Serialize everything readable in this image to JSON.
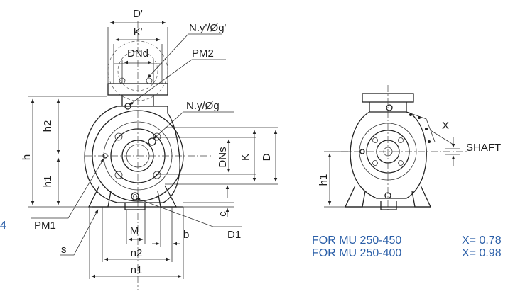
{
  "labels": {
    "D_prime": "D'",
    "K_prime": "K'",
    "Ny_prime": "N.y'/Øg'",
    "PM2": "PM2",
    "DNd": "DNd",
    "Ny": "N.y/Øg",
    "h2": "h2",
    "h": "h",
    "h1": "h1",
    "DNs": "DNs",
    "K": "K",
    "D": "D",
    "c": "c",
    "PM1": "PM1",
    "M": "M",
    "b": "b",
    "D1": "D1",
    "n2": "n2",
    "s": "s",
    "n1": "n1",
    "X": "X",
    "SHAFT": "SHAFT",
    "h1_side": "h1"
  },
  "notes": [
    {
      "model": "FOR MU 250-450",
      "value": "X= 0.78"
    },
    {
      "model": "FOR MU 250-400",
      "value": "X= 0.98"
    }
  ],
  "edge_fragment": "4",
  "colors": {
    "line": "#222222",
    "note": "#2b5fa8"
  }
}
